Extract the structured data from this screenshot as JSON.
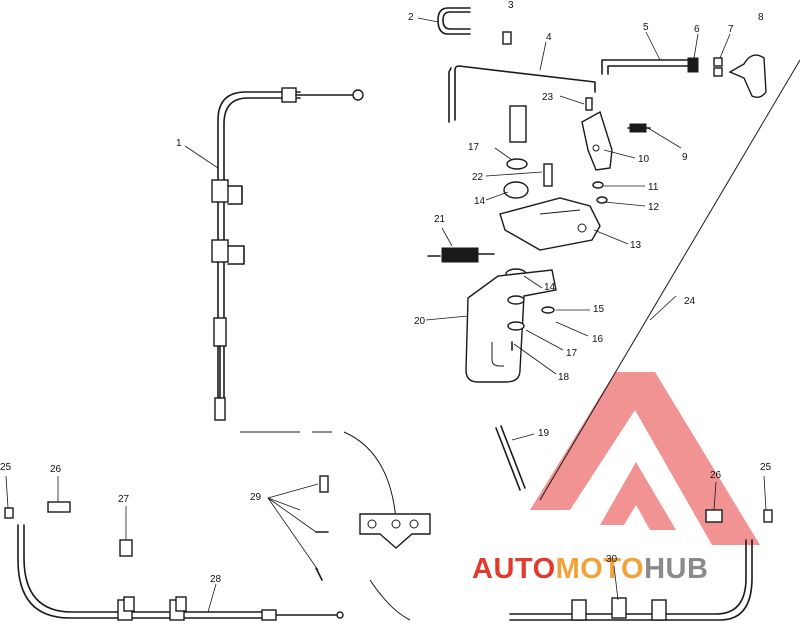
{
  "callouts": [
    "1",
    "2",
    "3",
    "4",
    "5",
    "6",
    "7",
    "8",
    "9",
    "10",
    "11",
    "12",
    "13",
    "14",
    "15",
    "16",
    "17",
    "18",
    "19",
    "20",
    "21",
    "22",
    "23",
    "24",
    "25",
    "26",
    "27",
    "28",
    "29",
    "30"
  ],
  "watermark": {
    "word_a": "AUTO",
    "word_b": "MOTO",
    "word_c": "HUB",
    "colors": {
      "red": "#e23b2e",
      "orange": "#f2a23a",
      "gray": "#8a8a8a",
      "triangle": "#f08080"
    }
  }
}
